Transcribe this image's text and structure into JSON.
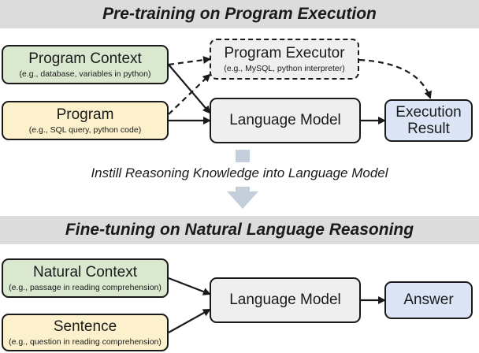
{
  "pretraining": {
    "banner": "Pre-training on Program Execution",
    "program_context": {
      "title": "Program Context",
      "sub": "(e.g., database, variables in python)"
    },
    "program": {
      "title": "Program",
      "sub": "(e.g., SQL query, python code)"
    },
    "executor": {
      "title": "Program Executor",
      "sub": "(e.g., MySQL, python interpreter)"
    },
    "language_model": "Language Model",
    "execution_result": {
      "line1": "Execution",
      "line2": "Result"
    }
  },
  "instill": "Instill Reasoning Knowledge into Language Model",
  "finetuning": {
    "banner": "Fine-tuning on Natural Language Reasoning",
    "natural_context": {
      "title": "Natural Context",
      "sub": "(e.g., passage in reading comprehension)"
    },
    "sentence": {
      "title": "Sentence",
      "sub": "(e.g., question in reading comprehension)"
    },
    "language_model": "Language Model",
    "answer": "Answer"
  },
  "colors": {
    "banner": "#dcdcdc",
    "context_green": "#dbe8d0",
    "program_yellow": "#fcf1cc",
    "model_gray": "#efefef",
    "result_blue": "#dbe5f6",
    "down_arrow": "#c5cedb"
  }
}
